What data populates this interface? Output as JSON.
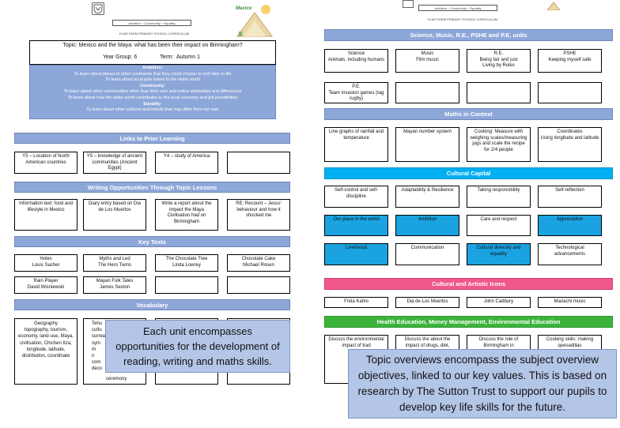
{
  "left": {
    "header": {
      "values": "Ambition ~ Community ~ Equality",
      "school": "ELMS FARM PRIMARY SCHOOL CURRICULUM",
      "sticker": "Mexico"
    },
    "topic": {
      "title": "Topic: Mexico and the Maya: what has been their impact on Birmingham?",
      "year": "Year Group: 6",
      "term": "Term:  Autumn 1"
    },
    "aims": {
      "ambition_title": "Ambition:",
      "ambition_1": "To learn about places in other continents that they could choose to visit later in life",
      "ambition_2": "To learn about local jobs linked to the wider world",
      "community_title": "Community:",
      "community_1": "To learn about other communities other than their own and notice similarities and differences",
      "community_2": "To learn about how the wider world contributes to the local economy and job possibilities",
      "equality_title": "Equality:",
      "equality_1": "To learn about other cultures and beliefs that may differ from our own"
    },
    "prior": {
      "title": "Links to Prior Learning",
      "items": [
        "Y5 – Location of North American countries",
        "Y5 – knowledge of ancient communities (Ancient Egypt)",
        "Y4 – study of America",
        ""
      ]
    },
    "writing": {
      "title": "Writing Opportunities Through Topic Lessons",
      "items": [
        "Information text: food and lifestyle in Mexico",
        "Diary entry based on Dia de Los Muertos",
        "Write a report about the impact the Maya Civilisation had on Birmingham",
        "RE: Recount – Jesus' behaviour and how it shocked me"
      ]
    },
    "key_texts": {
      "title": "Key Texts",
      "row1": [
        "Holes\nLouis Sacher",
        "Myths and Led\nThe Hero Twins",
        "The Chocolate Tree\nLinda Lowrey",
        "Chocolate Cake\nMichael Rosen"
      ],
      "row2": [
        "Rain Player\nDavid Wisniewski",
        "Mayan Folk Tales\nJames Sexton"
      ]
    },
    "vocabulary": {
      "title": "Vocabulary",
      "geography": "Geography\ntopography, tourism, economy, land-use, Maya, civilisation, Chichen Itza, longitude, latitude, distribution, coordinate",
      "partial_1": "Tehu\ncultu\nsurrea\nsym\nrh\nn\ncom\ndeco",
      "partial_1_end": "ceremony"
    },
    "callout": "Each unit encompasses opportunities for the development of reading, writing and maths skills."
  },
  "right": {
    "header": {
      "values": "Ambition ~ Community ~ Equality",
      "school": "ELMS FARM PRIMARY SCHOOL CURRICULUM"
    },
    "units": {
      "title": "Science, Music, R.E., PSHE and P.E. units",
      "row1": [
        "Science\nAnimals, including humans",
        "Music\nFilm music",
        "R.E.\nBeing fair and just\nLiving by Rules",
        "PSHE\nKeeping myself safe"
      ],
      "row2": [
        "P.E.\nTeam invasion games (tag rugby)"
      ]
    },
    "maths": {
      "title": "Maths in Context",
      "items": [
        "Line graphs of rainfall and temperature",
        "Mayan number system",
        "Cooking: Measure with weighing scales/measuring jugs and scale the recipe for 2/4 people",
        "Coordinates\nUsing longitude and latitude"
      ]
    },
    "capital": {
      "title": "Cultural Capital",
      "row1": [
        "Self-control and self-discipline",
        "Adaptability & Resilience",
        "Taking responsibility",
        "Self-reflection"
      ],
      "row2": [
        "Our place in the world",
        "Ambition",
        "Care and respect",
        "Appreciation"
      ],
      "row3": [
        "Livelihood",
        "Communication",
        "Cultural diversity and equality",
        "Technological advancements"
      ]
    },
    "icons": {
      "title": "Cultural and Artistic Icons",
      "items": [
        "Frida Kahlo",
        "Dia de Los Muertos",
        "John Cadbury",
        "Mariachi music"
      ]
    },
    "health": {
      "title": "Health Education, Money Management, Environmental Education",
      "items": [
        "Discuss the environmental impact of trad\nwe buy\nwe tra\ncc",
        "Discuss the about the impact of drugs, diet,",
        "Discuss the role of Birmingham in",
        "Cooking skills: making quesadillas"
      ]
    },
    "callout": "Topic overviews encompass the subject overview objectives, linked to our key values. This is based on research by The Sutton Trust to support our pupils to develop key life skills for the future."
  },
  "colors": {
    "bar_blue": "#8ea7d9",
    "bright_blue": "#1aa3e0",
    "teal": "#00b0f0",
    "pink": "#f0578a",
    "green": "#3cb43c",
    "callout": "#b4c6e7"
  }
}
